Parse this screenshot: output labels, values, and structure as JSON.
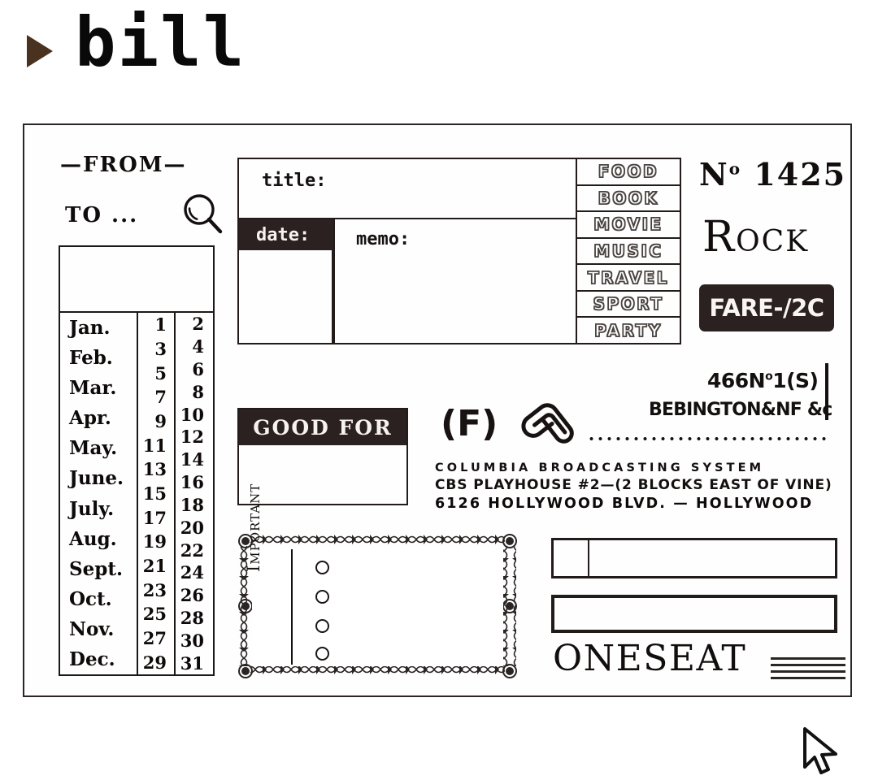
{
  "header": {
    "bullet_icon": "triangle-right-icon",
    "title": "bill",
    "bullet_color": "#4a3220"
  },
  "card": {
    "from_label": "—FROM—",
    "to_label": "TO ...",
    "search_icon": "magnifier-icon",
    "month_table": {
      "months": [
        "Jan.",
        "Feb.",
        "Mar.",
        "Apr.",
        "May.",
        "June.",
        "July.",
        "Aug.",
        "Sept.",
        "Oct.",
        "Nov.",
        "Dec."
      ],
      "odd_days": [
        "1",
        "3",
        "5",
        "7",
        "9",
        "11",
        "13",
        "15",
        "17",
        "19",
        "21",
        "23",
        "25",
        "27",
        "29"
      ],
      "even_days": [
        "2",
        "4",
        "6",
        "8",
        "10",
        "12",
        "14",
        "16",
        "18",
        "20",
        "22",
        "24",
        "26",
        "28",
        "30",
        "31"
      ]
    },
    "entry": {
      "title_label": "title:",
      "date_label": "date:",
      "memo_label": "memo:",
      "categories": [
        "FOOD",
        "BOOK",
        "MOVIE",
        "MUSIC",
        "TRAVEL",
        "SPORT",
        "PARTY"
      ]
    },
    "right": {
      "ticket_number_prefix": "N",
      "ticket_number_sup": "o",
      "ticket_number": "1425",
      "rock_word": "Rock",
      "fare_badge": "FARE-/2C",
      "ref_code_main": "466N",
      "ref_code_sup": "o",
      "ref_code_tail": "1(S)",
      "ref_place": "BEBINGTON&NF ",
      "ref_place_amp": "&c"
    },
    "good_for": {
      "label": "GOOD FOR"
    },
    "marks": {
      "f_mark": "(F)",
      "paperclip_icon": "paperclip-icon"
    },
    "cbs": {
      "line1": "COLUMBIA BROADCASTING SYSTEM",
      "line2": "CBS PLAYHOUSE #2—(2 BLOCKS EAST OF VINE)",
      "line3": "6126 HOLLYWOOD BLVD. — HOLLYWOOD"
    },
    "important": {
      "label": "Important",
      "circle_count": 4
    },
    "seat": {
      "word": "ONESEAT",
      "line_count": 4,
      "cursor_icon": "mouse-cursor-icon"
    }
  },
  "colors": {
    "ink": "#211c1a",
    "dark_fill": "#2b2120",
    "paper": "#fefefe",
    "accent_brown": "#4a3220"
  }
}
